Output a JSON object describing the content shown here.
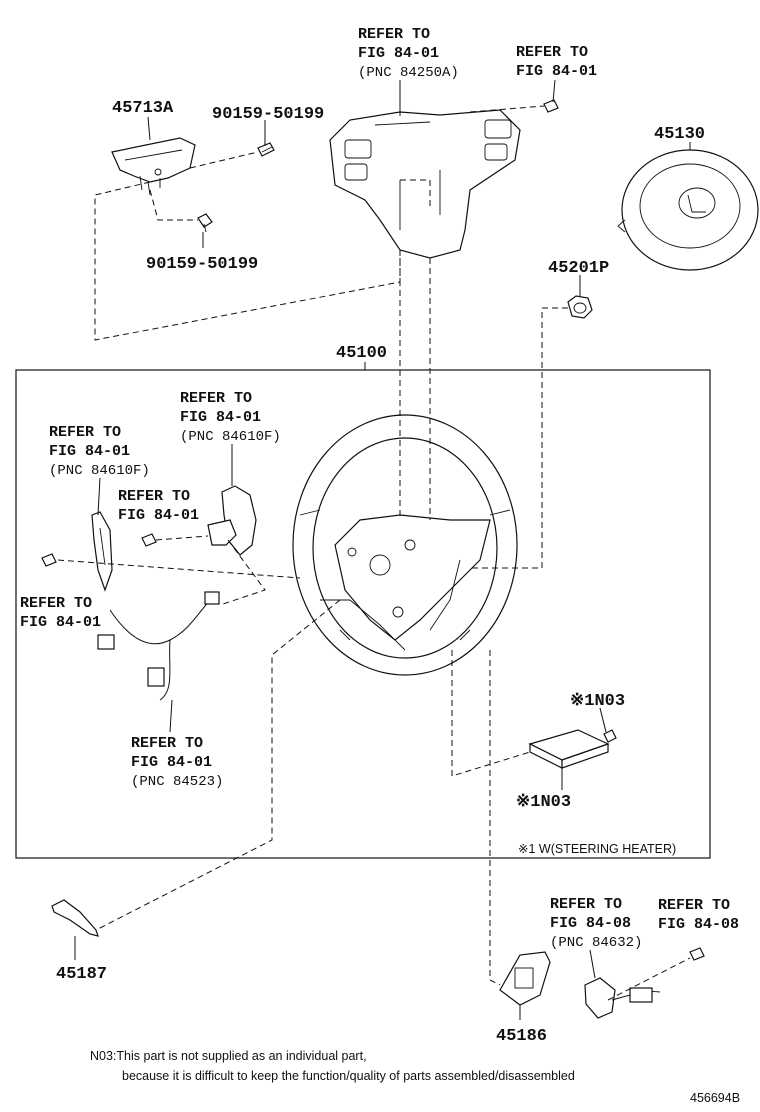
{
  "diagram_id": "456694B",
  "parts": {
    "p45713A": "45713A",
    "p90159_top": "90159-50199",
    "p90159_bottom": "90159-50199",
    "p45130": "45130",
    "p45201P": "45201P",
    "p45100": "45100",
    "p45187": "45187",
    "p45186": "45186",
    "n03_top": "※1N03",
    "n03_bottom": "※1N03"
  },
  "refs": {
    "top_center": [
      "REFER TO",
      "FIG 84-01",
      "(PNC 84250A)"
    ],
    "top_right": [
      "REFER TO",
      "FIG 84-01"
    ],
    "left_paddle": [
      "REFER TO",
      "FIG 84-01",
      "(PNC 84610F)"
    ],
    "center_paddle": [
      "REFER TO",
      "FIG 84-01",
      "(PNC 84610F)"
    ],
    "small_switch": [
      "REFER TO",
      "FIG 84-01"
    ],
    "left_bolt": [
      "REFER TO",
      "FIG 84-01"
    ],
    "harness": [
      "REFER TO",
      "FIG 84-01",
      "(PNC 84523)"
    ],
    "bottom_mid": [
      "REFER TO",
      "FIG 84-08",
      "(PNC 84632)"
    ],
    "bottom_right": [
      "REFER TO",
      "FIG 84-08"
    ]
  },
  "box_note": "※1 W(STEERING HEATER)",
  "footnote": {
    "line1": "N03:This part is not supplied as an individual part,",
    "line2": "because it is difficult to keep the function/quality of parts assembled/disassembled"
  }
}
